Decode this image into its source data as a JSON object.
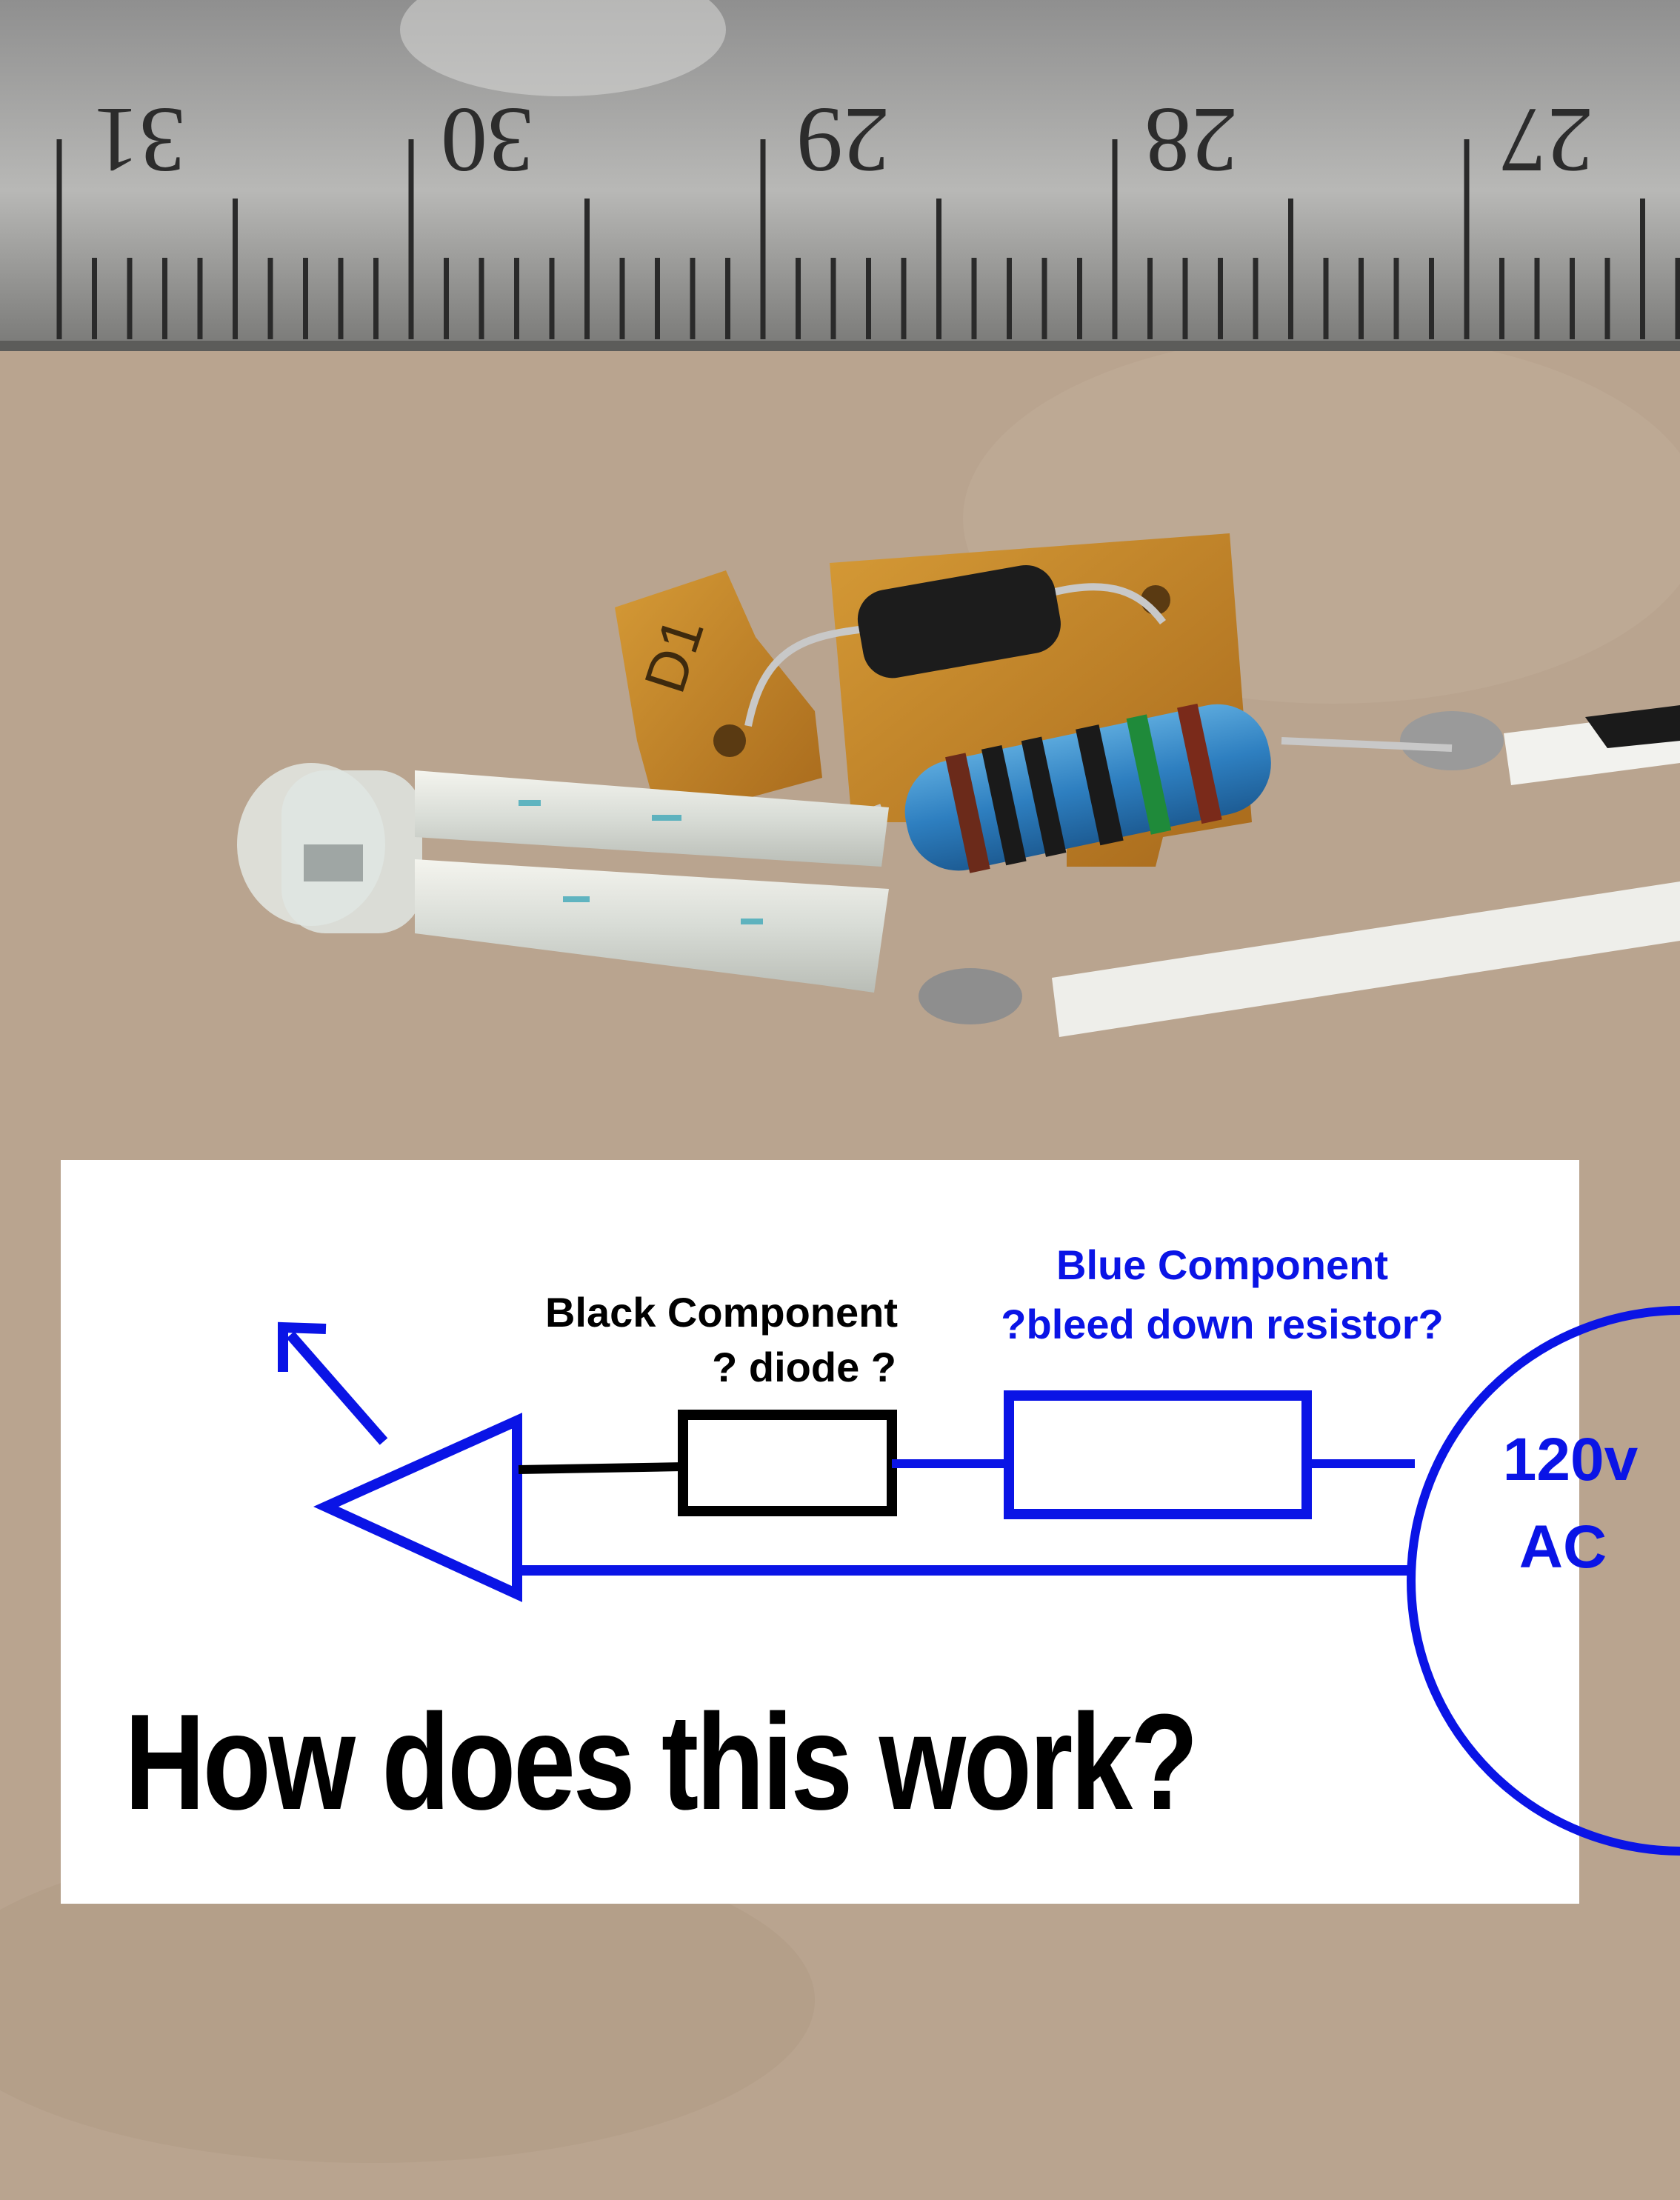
{
  "ruler": {
    "numbers": [
      "31",
      "30",
      "29",
      "28",
      "27"
    ]
  },
  "board_silkscreen": {
    "label": "D1"
  },
  "schematic": {
    "black_component": {
      "line1": "Black Component",
      "line2": "? diode ?"
    },
    "blue_component": {
      "line1": "Blue Component",
      "line2": "?bleed down resistor?"
    },
    "source": {
      "line1": "120v",
      "line2": "AC"
    },
    "question": "How does this work?"
  },
  "colors": {
    "blue": "#0a14e6",
    "black": "#000000",
    "background": "#b9a48f",
    "panel": "#ffffff"
  }
}
